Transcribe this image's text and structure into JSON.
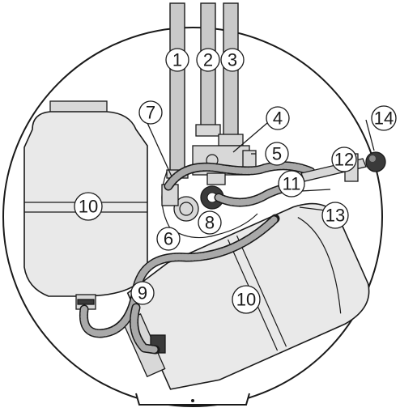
{
  "callouts": {
    "c1": "1",
    "c2": "2",
    "c3": "3",
    "c4": "4",
    "c5": "5",
    "c6": "6",
    "c7": "7",
    "c8": "8",
    "c9": "9",
    "c10a": "10",
    "c10b": "10",
    "c11": "11",
    "c12": "12",
    "c13": "13",
    "c14": "14"
  }
}
